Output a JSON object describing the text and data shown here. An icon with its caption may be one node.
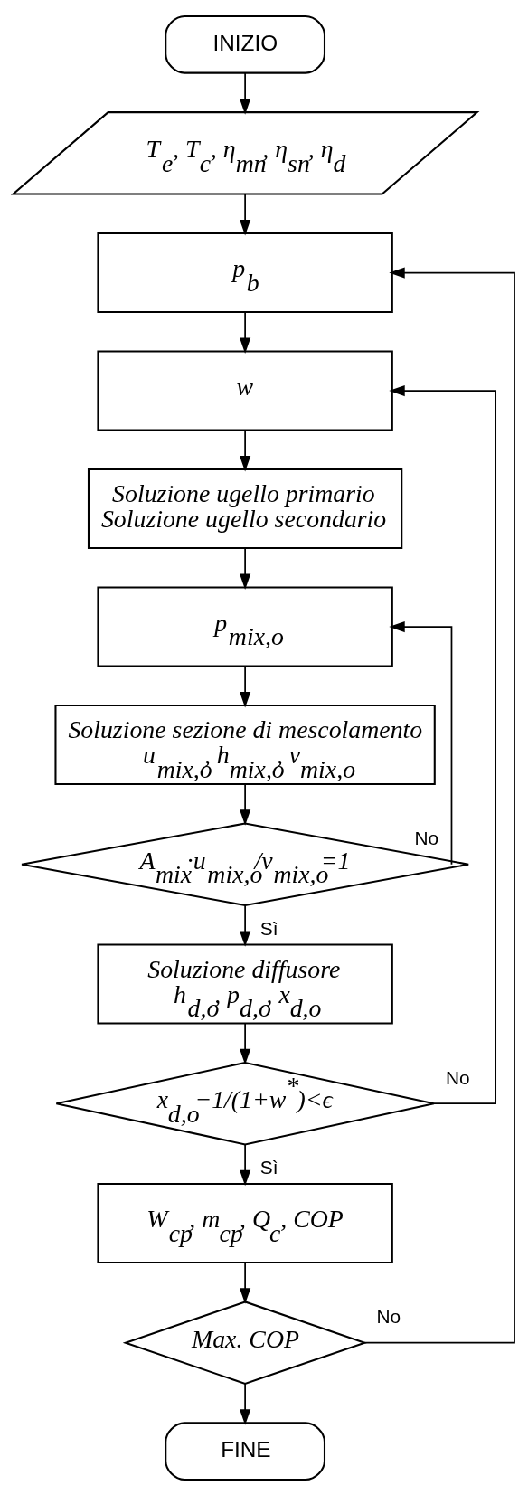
{
  "diagram": {
    "nodes": [
      {
        "text": [
          "INIZIO"
        ]
      },
      {
        "text": [
          "T$_{e}$, T$_{c}$, η$_{mn}$, η$_{sn}$, η$_{d}$"
        ]
      },
      {
        "text": [
          "p$_{b}$"
        ]
      },
      {
        "text": [
          "w"
        ]
      },
      {
        "text": [
          "Soluzione ugello primario",
          "Soluzione ugello secondario"
        ]
      },
      {
        "text": [
          "p$_{mix,o}$"
        ]
      },
      {
        "text": [
          "Soluzione sezione di mescolamento",
          "u$_{mix,o}$, h$_{mix,o}$, v$_{mix,o}$"
        ]
      },
      {
        "text": [
          "A$_{mix}$·u$_{mix,o}$/v$_{mix,o}$=1"
        ]
      },
      {
        "text": [
          "Soluzione diffusore",
          "h$_{d,o}$, p$_{d,o}$, x$_{d,o}$"
        ]
      },
      {
        "text": [
          "x$_{d,o}$−1/(1+w$^{*}$)<ϵ"
        ]
      },
      {
        "text": [
          "W$_{cp}$, m$_{cp}$, Q$_{c}$, COP"
        ]
      },
      {
        "text": [
          "Max. COP"
        ]
      },
      {
        "text": [
          "FINE"
        ]
      }
    ],
    "edges": [
      {
        "from": 0,
        "to": 1,
        "arrow": "to"
      },
      {
        "from": 1,
        "to": 2,
        "arrow": "to"
      },
      {
        "from": 2,
        "to": 3,
        "arrow": "to"
      },
      {
        "from": 3,
        "to": 4,
        "arrow": "to"
      },
      {
        "from": 4,
        "to": 5,
        "arrow": "to"
      },
      {
        "from": 5,
        "to": 6,
        "arrow": "to"
      },
      {
        "from": 6,
        "to": 7,
        "arrow": "to"
      },
      {
        "from": 7,
        "to": 5,
        "arrow": "to",
        "label": "No"
      },
      {
        "from": 7,
        "to": 8,
        "arrow": "to",
        "label": "Sì"
      },
      {
        "from": 8,
        "to": 9,
        "arrow": "to"
      },
      {
        "from": 9,
        "to": 3,
        "arrow": "to",
        "label": "No"
      },
      {
        "from": 9,
        "to": 10,
        "arrow": "to",
        "label": "Sì"
      },
      {
        "from": 10,
        "to": 11,
        "arrow": "to"
      },
      {
        "from": 11,
        "to": 2,
        "arrow": "to",
        "label": "No"
      },
      {
        "from": 11,
        "to": 12,
        "arrow": "to"
      }
    ]
  }
}
